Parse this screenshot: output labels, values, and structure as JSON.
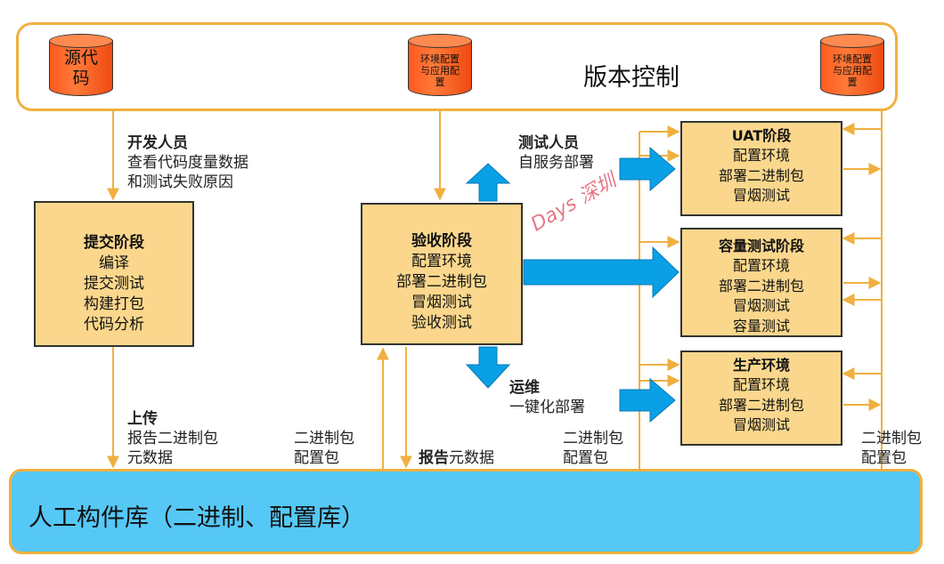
{
  "version_control": {
    "title": "版本控制",
    "repos": [
      "源代码",
      "环境配置与应用配置",
      "环境配置与应用配置"
    ]
  },
  "commit_stage": {
    "title": "提交阶段",
    "steps": [
      "编译",
      "提交测试",
      "构建打包",
      "代码分析"
    ]
  },
  "acceptance_stage": {
    "title": "验收阶段",
    "steps": [
      "配置环境",
      "部署二进制包",
      "冒烟测试",
      "验收测试"
    ]
  },
  "uat_stage": {
    "title": "UAT阶段",
    "steps": [
      "配置环境",
      "部署二进制包",
      "冒烟测试"
    ]
  },
  "capacity_stage": {
    "title": "容量测试阶段",
    "steps": [
      "配置环境",
      "部署二进制包",
      "冒烟测试",
      "容量测试"
    ]
  },
  "production_stage": {
    "title": "生产环境",
    "steps": [
      "配置环境",
      "部署二进制包",
      "冒烟测试"
    ]
  },
  "notes": {
    "developer_title": "开发人员",
    "developer_lines": [
      "查看代码度量数据",
      "和测试失败原因"
    ],
    "upload_title": "上传",
    "upload_lines": [
      "报告二进制包",
      "元数据"
    ],
    "binary_cfg_1": [
      "二进制包",
      "配置包"
    ],
    "report_title": "报告",
    "report_rest": "元数据",
    "tester_title": "测试人员",
    "tester_line": "自服务部署",
    "ops_title": "运维",
    "ops_line": "一键化部署",
    "binary_cfg_2": [
      "二进制包",
      "配置包"
    ],
    "binary_cfg_3": [
      "二进制包",
      "配置包"
    ]
  },
  "artifact_repo": {
    "title": "人工构件库（二进制、配置库）"
  },
  "watermark": "Days 深圳",
  "colors": {
    "stage_fill": "#fad78c",
    "frame": "#f0b040",
    "arrow": "#0aa0e6",
    "repo_fill": "#56c8f6",
    "cylinder": "#ff5a1e"
  }
}
